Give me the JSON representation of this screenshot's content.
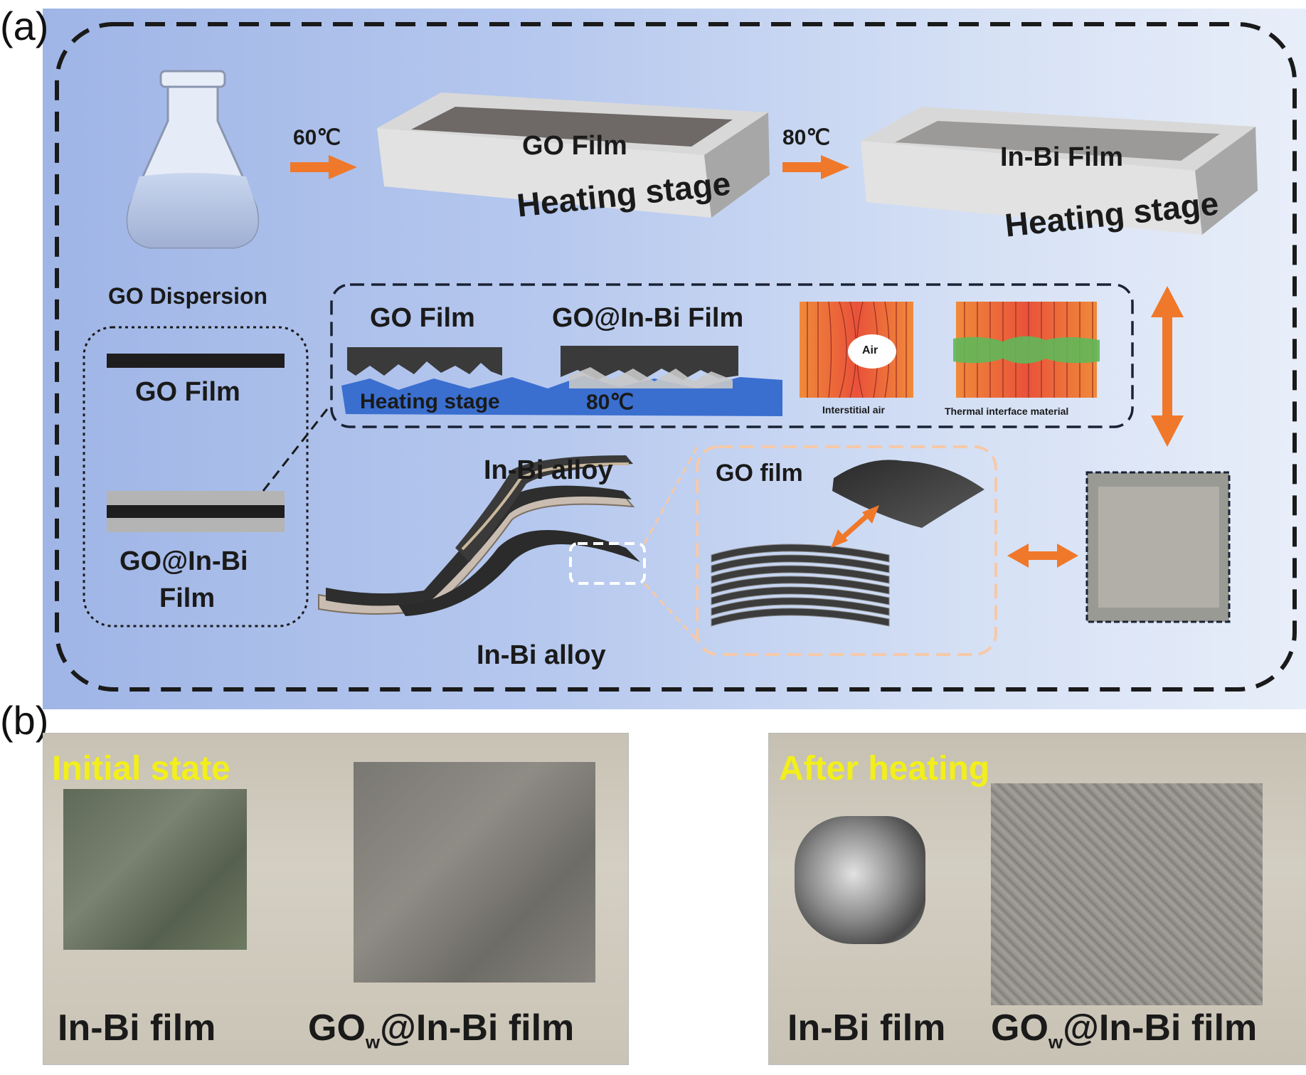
{
  "panel_a": {
    "letter": "(a)",
    "temp_1": "60℃",
    "temp_2": "80℃",
    "stage_1_top": "GO Film",
    "stage_1_side": "Heating stage",
    "stage_2_top": "In-Bi Film",
    "stage_2_side": "Heating stage",
    "dispersion_label": "GO Dispersion",
    "legend_go": "GO Film",
    "legend_composite_line1": "GO@In-Bi",
    "legend_composite_line2": "Film",
    "inset_go": "GO Film",
    "inset_composite": "GO@In-Bi  Film",
    "inset_stage": "Heating stage",
    "inset_temp": "80℃",
    "air_label": "Air",
    "interstitial_label": "Interstitial air",
    "tim_label": "Thermal interface material",
    "alloy_top": "In-Bi alloy",
    "alloy_bottom": "In-Bi alloy",
    "go_film_label": "GO film"
  },
  "panel_b": {
    "letter": "(b)",
    "left_state": "Initial state",
    "right_state": "After heating",
    "inbi_film": "In-Bi film",
    "composite_prefix": "GO",
    "composite_sub": "w",
    "composite_suffix": "@In-Bi film"
  },
  "colors": {
    "arrow_orange": "#f0782a",
    "stage_blue": "#3a6fd0",
    "highlight_yellow": "#f2ef1a"
  }
}
